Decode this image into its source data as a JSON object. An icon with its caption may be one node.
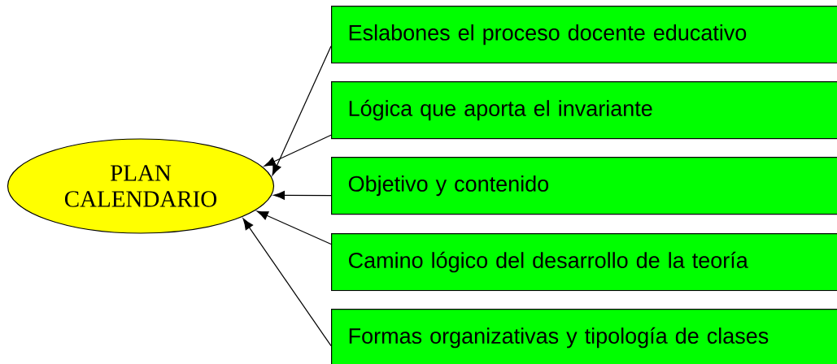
{
  "diagram": {
    "nodes": [
      {
        "text": [
          "PLAN CALENDARIO"
        ]
      },
      {
        "text": [
          "Eslabones el proceso docente educativo"
        ]
      },
      {
        "text": [
          "Lógica que aporta el invariante"
        ]
      },
      {
        "text": [
          "Objetivo y contenido"
        ]
      },
      {
        "text": [
          "Camino lógico del desarrollo de la teoría"
        ]
      },
      {
        "text": [
          "Formas organizativas y tipología de clases"
        ]
      }
    ],
    "edges": [
      {
        "from": 1,
        "to": 0,
        "arrow": "to"
      },
      {
        "from": 2,
        "to": 0,
        "arrow": "to"
      },
      {
        "from": 3,
        "to": 0,
        "arrow": "to"
      },
      {
        "from": 4,
        "to": 0,
        "arrow": "to"
      },
      {
        "from": 5,
        "to": 0,
        "arrow": "to"
      }
    ]
  }
}
